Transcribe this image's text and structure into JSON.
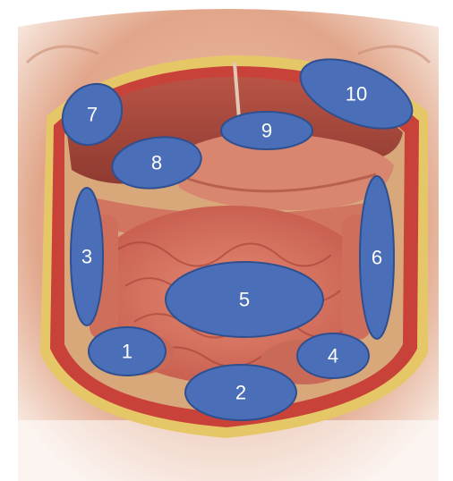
{
  "diagram": {
    "regions": [
      {
        "label": "1"
      },
      {
        "label": "2"
      },
      {
        "label": "3"
      },
      {
        "label": "4"
      },
      {
        "label": "5"
      },
      {
        "label": "6"
      },
      {
        "label": "7"
      },
      {
        "label": "8"
      },
      {
        "label": "9"
      },
      {
        "label": "10"
      }
    ],
    "colors": {
      "marker_fill": "#4a6fb8",
      "marker_stroke": "#2f4f8f",
      "skin": "#e9b49a",
      "liver": "#a6483c",
      "stomach": "#d9826c",
      "intestine": "#d86e5c",
      "muscle": "#c8423a",
      "fat": "#e6c768"
    }
  }
}
